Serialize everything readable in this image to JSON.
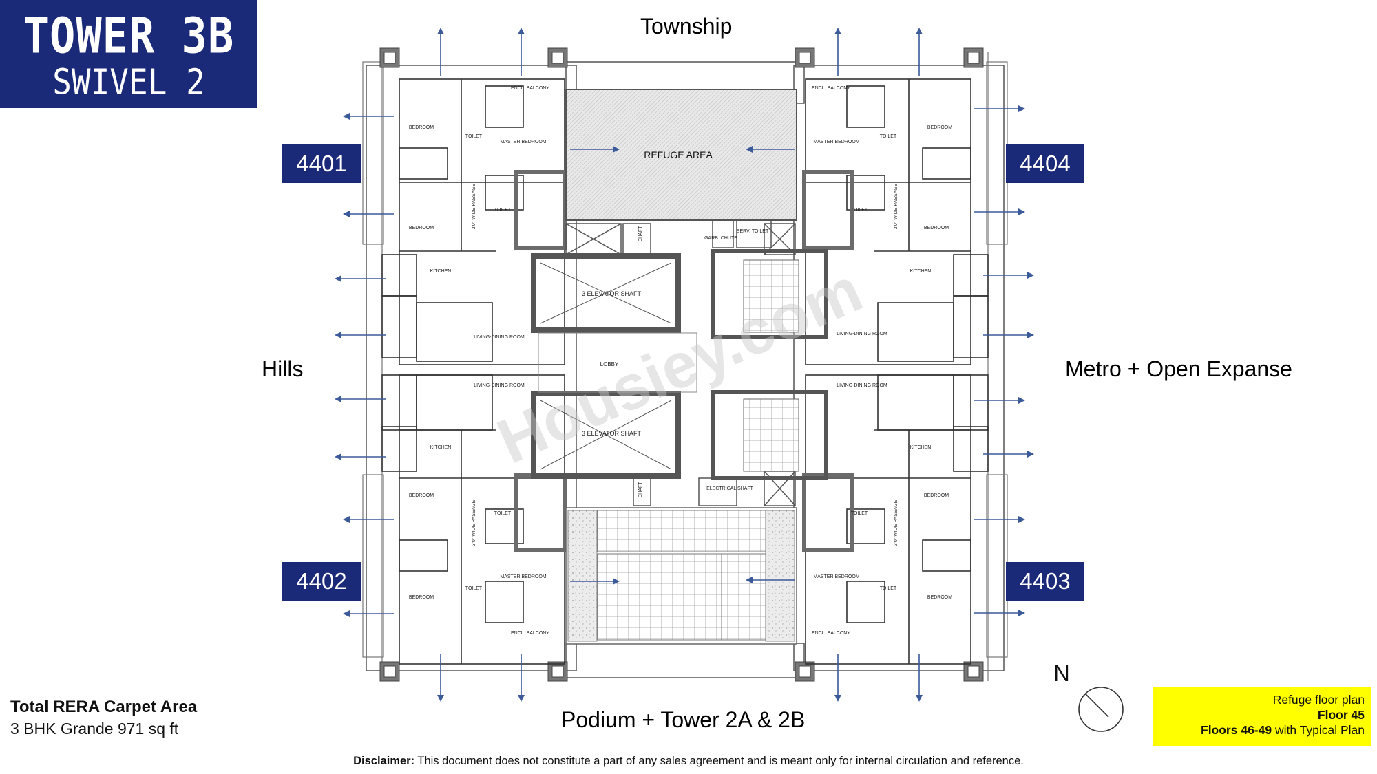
{
  "header": {
    "tower": "TOWER 3B",
    "swivel": "SWIVEL 2"
  },
  "units": {
    "u4401": "4401",
    "u4402": "4402",
    "u4403": "4403",
    "u4404": "4404"
  },
  "directions": {
    "top": "Township",
    "bottom": "Podium + Tower 2A & 2B",
    "left": "Hills",
    "right": "Metro + Open Expanse"
  },
  "plan_labels": {
    "refuge": "REFUGE AREA",
    "elevator_top": "3 ELEVATOR SHAFT",
    "elevator_bottom": "3 ELEVATOR SHAFT",
    "lobby": "LOBBY",
    "garb_chute": "GARB. CHUTE",
    "serv_toilet": "SERV. TOILET",
    "electrical_shaft": "ELECTRICAL SHAFT",
    "shaft": "SHAFT",
    "bedroom": "BEDROOM",
    "master_bedroom": "MASTER BEDROOM",
    "toilet": "TOILET",
    "kitchen": "KITCHEN",
    "living_dining": "LIVING-DINING ROOM",
    "encl_balcony": "ENCL. BALCONY",
    "passage": "3'0\" WIDE PASSAGE"
  },
  "watermark": "Housiey.com",
  "rera": {
    "title": "Total RERA Carpet Area",
    "value": "3 BHK Grande 971 sq ft"
  },
  "north": "N",
  "note": {
    "line1": "Refuge floor plan",
    "line2": "Floor 45",
    "line3_bold": "Floors 46-49",
    "line3_rest": " with Typical Plan"
  },
  "disclaimer": {
    "label": "Disclaimer:",
    "text": " This document does not constitute a part of any sales agreement and is meant only for internal circulation and reference."
  },
  "colors": {
    "navy": "#1b2a78",
    "arrow": "#3b5a9a",
    "highlight": "#ffff00",
    "wall": "#6b6b6b"
  }
}
